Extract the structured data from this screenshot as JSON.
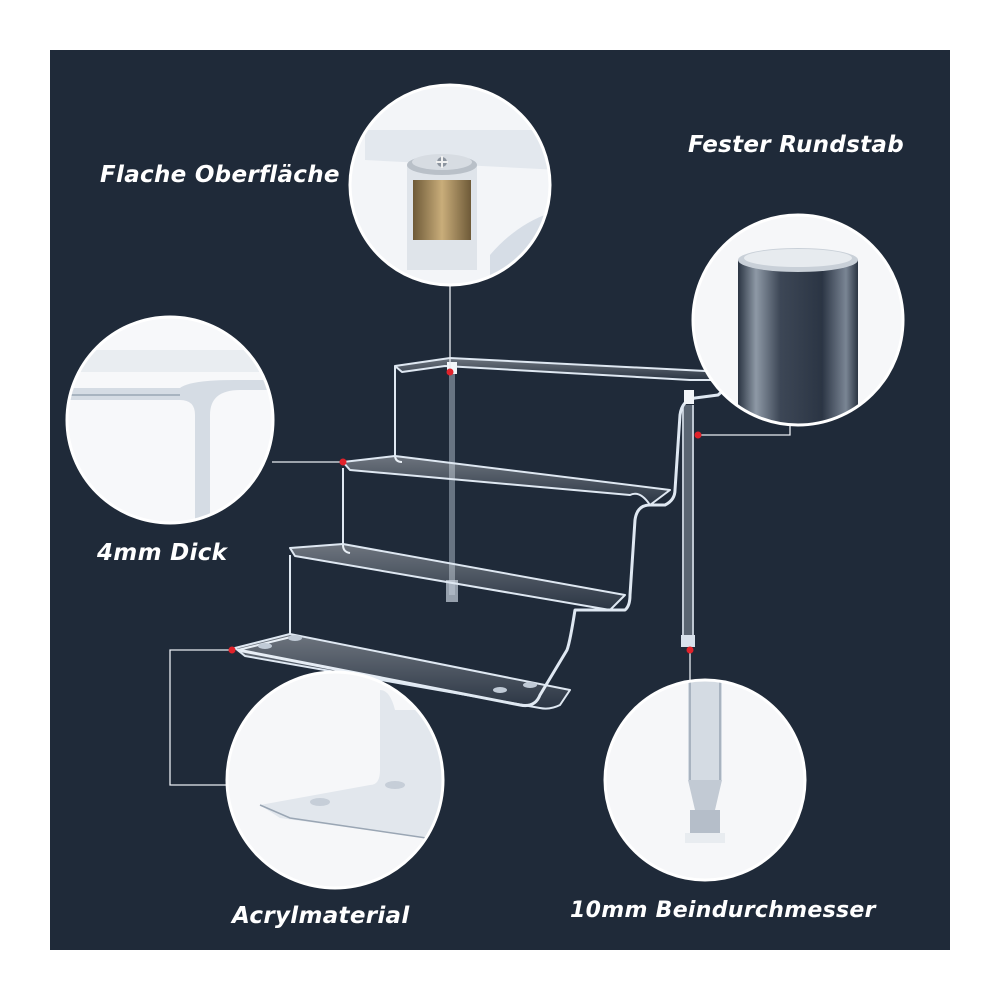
{
  "labels": {
    "flat_surface": "Flache Oberfläche",
    "solid_rod": "Fester Rundstab",
    "thickness": "4mm Dick",
    "material": "Acrylmaterial",
    "leg_diameter": "10mm Beindurchmesser"
  },
  "colors": {
    "background": "#1f2a39",
    "outer": "#ffffff",
    "callout_line": "#e8ecf2",
    "marker": "#e0222a",
    "acrylic_edge": "#dfe8f2"
  },
  "icons": {
    "screw_detail": "screw-top-icon",
    "rod_detail": "rod-cylinder-icon",
    "edge_detail": "shelf-edge-icon",
    "base_detail": "base-corner-icon",
    "foot_detail": "leg-foot-icon"
  }
}
